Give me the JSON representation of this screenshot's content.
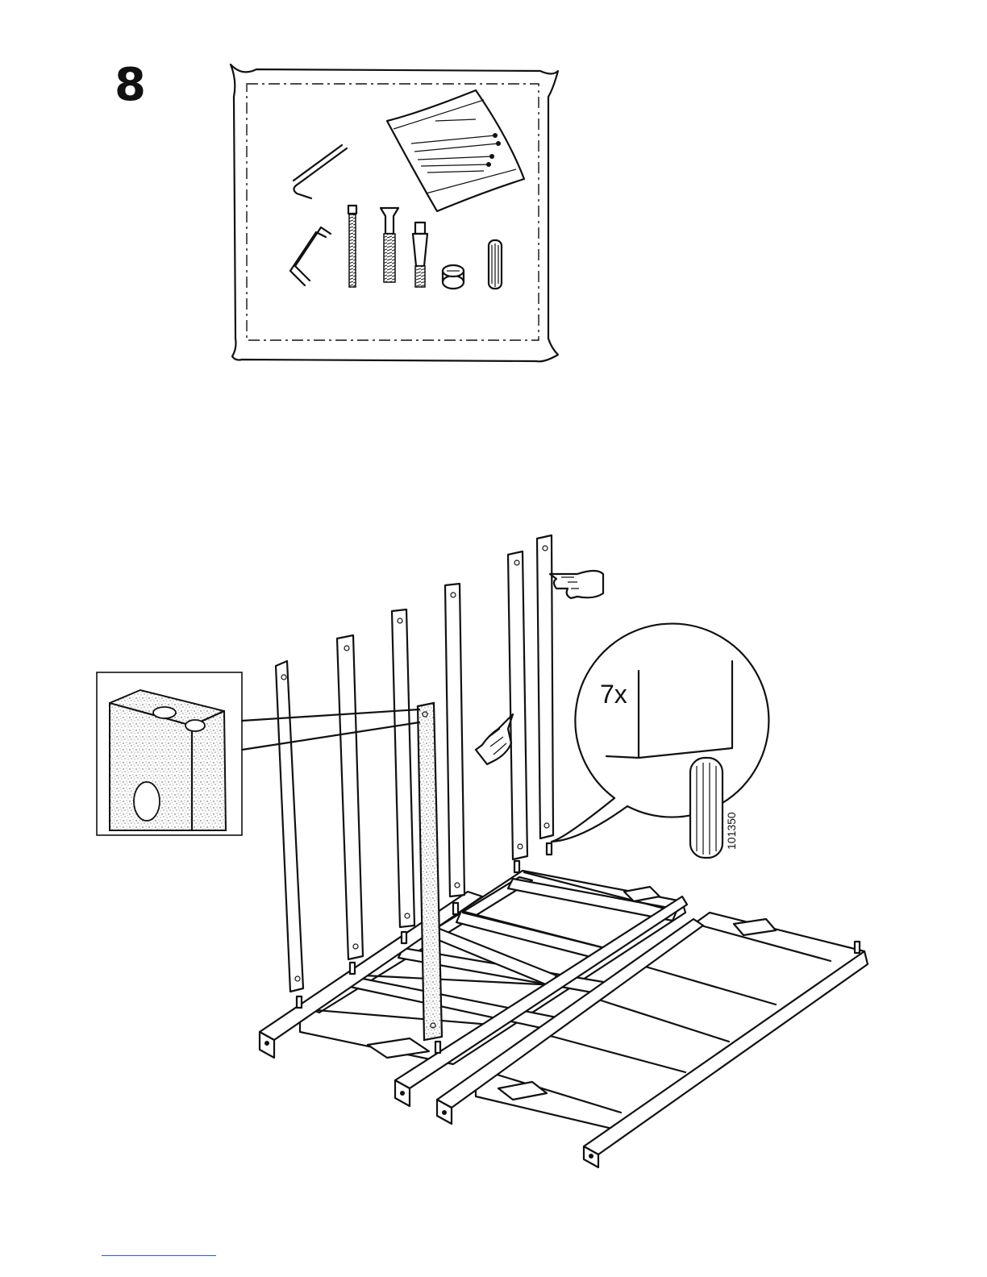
{
  "step": {
    "number": "8"
  },
  "callout": {
    "quantity": "7x",
    "part_number": "101350"
  },
  "parts_bag": {
    "items": [
      "allen-key-small",
      "allen-key-large",
      "long-screw",
      "connector-bolt",
      "cam-bolt",
      "cam-lock",
      "wooden-dowel",
      "plastic-hardware-bag"
    ]
  },
  "icons": [
    "pointing-hand-icon",
    "pointing-hand-icon"
  ],
  "colors": {
    "line": "#111111",
    "paper": "#ffffff",
    "footer_rule": "#3355cc"
  }
}
